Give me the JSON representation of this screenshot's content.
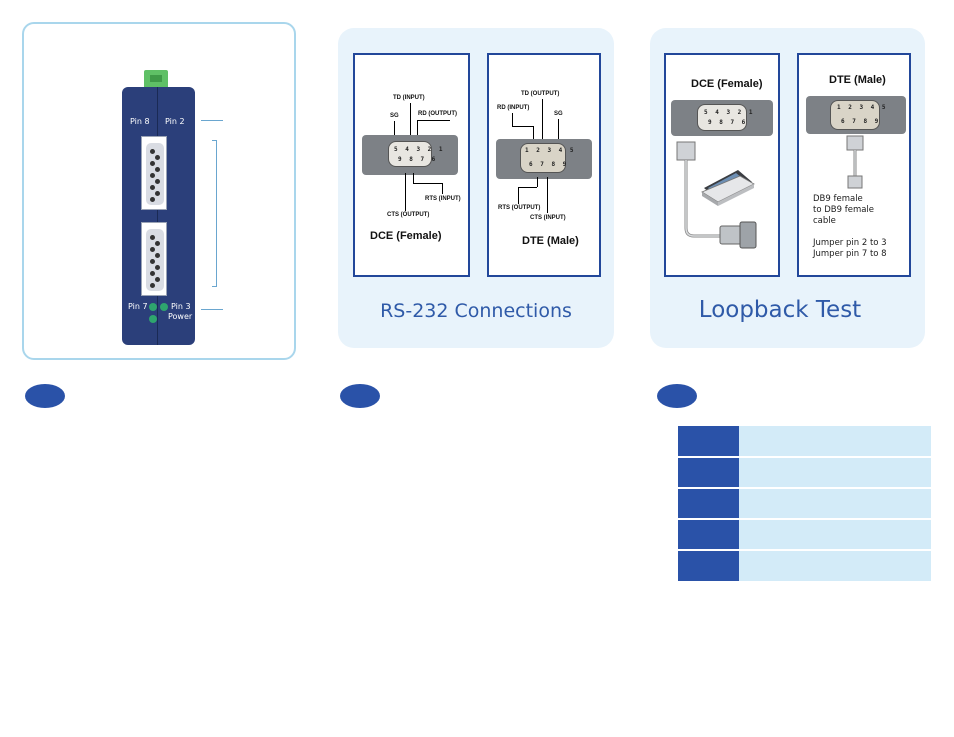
{
  "device_panel": {
    "labels": {
      "pin8": "Pin 8",
      "pin2": "Pin 2",
      "pin7": "Pin 7",
      "pin3": "Pin 3",
      "power": "Power"
    }
  },
  "rs232_panel": {
    "caption": "RS-232 Connections",
    "dce": {
      "title": "DCE (Female)",
      "pin_numbers_top": "5 4 3 2 1",
      "pin_numbers_bottom": "9 8 7 6",
      "signals": {
        "td": "TD (INPUT)",
        "sg": "SG",
        "rd": "RD (OUTPUT)",
        "rts": "RTS (INPUT)",
        "cts": "CTS (OUTPUT)"
      }
    },
    "dte": {
      "title": "DTE (Male)",
      "pin_numbers_top": "1 2 3 4 5",
      "pin_numbers_bottom": "6 7 8 9",
      "signals": {
        "td": "TD (OUTPUT)",
        "rd": "RD (INPUT)",
        "sg": "SG",
        "rts": "RTS (OUTPUT)",
        "cts": "CTS (INPUT)"
      }
    }
  },
  "loopback_panel": {
    "caption": "Loopback Test",
    "dce": {
      "title": "DCE (Female)",
      "pin_numbers_top": "5 4 3 2 1",
      "pin_numbers_bottom": "9 8 7 6"
    },
    "dte": {
      "title": "DTE (Male)",
      "pin_numbers_top": "1 2 3 4 5",
      "pin_numbers_bottom": "6 7 8 9",
      "notes": [
        "DB9 female",
        "to DB9 female",
        "cable",
        "",
        "Jumper pin 2 to 3",
        "Jumper pin 7 to 8"
      ]
    }
  },
  "colors": {
    "accent": "#2a52a8",
    "panel_bg": "#e8f3fb",
    "table_light": "#d3ebf8",
    "device_blue": "#2b3f7a"
  },
  "table": {
    "row_count": 5
  }
}
